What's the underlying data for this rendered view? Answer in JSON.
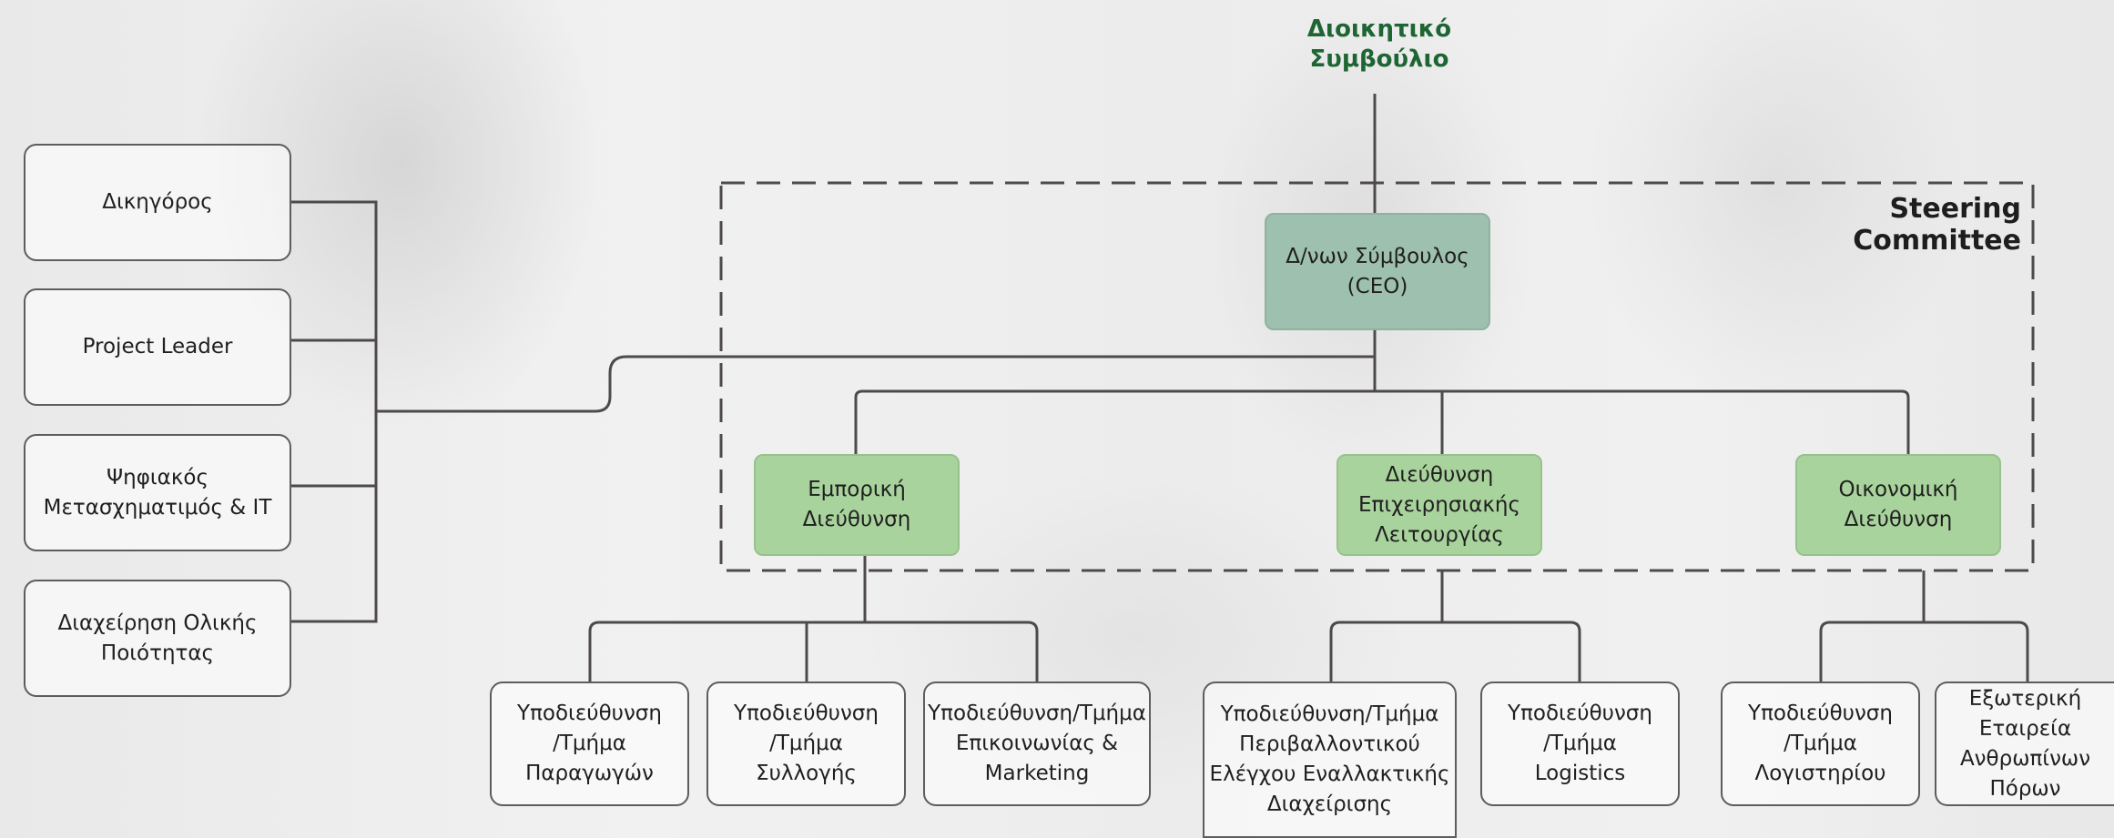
{
  "board": "Διοικητικό\nΣυμβούλιο",
  "steering_committee": "Steering Committee",
  "ceo": "Δ/νων Σύμβουλος\n(CEO)",
  "advisors": [
    "Δικηγόρος",
    "Project Leader",
    "Ψηφιακός\nΜετασχηματιμός & IT",
    "Διαχείρηση Ολικής\nΠοιότητας"
  ],
  "directorates": {
    "commercial": "Εμπορική\nΔιεύθυνση",
    "operations": "Διεύθυνση\nΕπιχειρησιακής\nΛειτουργίας",
    "financial": "Οικονομική\nΔιεύθυνση"
  },
  "commercial_units": [
    "Υποδιεύθυνση\n/Τμήμα\nΠαραγωγών",
    "Υποδιεύθυνση\n/Τμήμα\nΣυλλογής",
    "Υποδιεύθυνση/Τμήμα\nΕπικοινωνίας &\nMarketing"
  ],
  "operations_units": [
    "Υποδιεύθυνση/Τμήμα\nΠεριβαλλοντικού\nΕλέγχου Εναλλακτικής\nΔιαχείρισης",
    "Υποδιεύθυνση\n/Τμήμα\nLogistics"
  ],
  "financial_units": [
    "Υποδιεύθυνση\n/Τμήμα\nΛογιστηρίου",
    "Εξωτερική\nΕταιρεία\nΑνθρωπίνων\nΠόρων"
  ],
  "colors": {
    "board_text": "#1d6533",
    "directorate_fill": "#a9d39d",
    "ceo_fill": "#9ec0ae",
    "line": "#4e4a4a"
  }
}
